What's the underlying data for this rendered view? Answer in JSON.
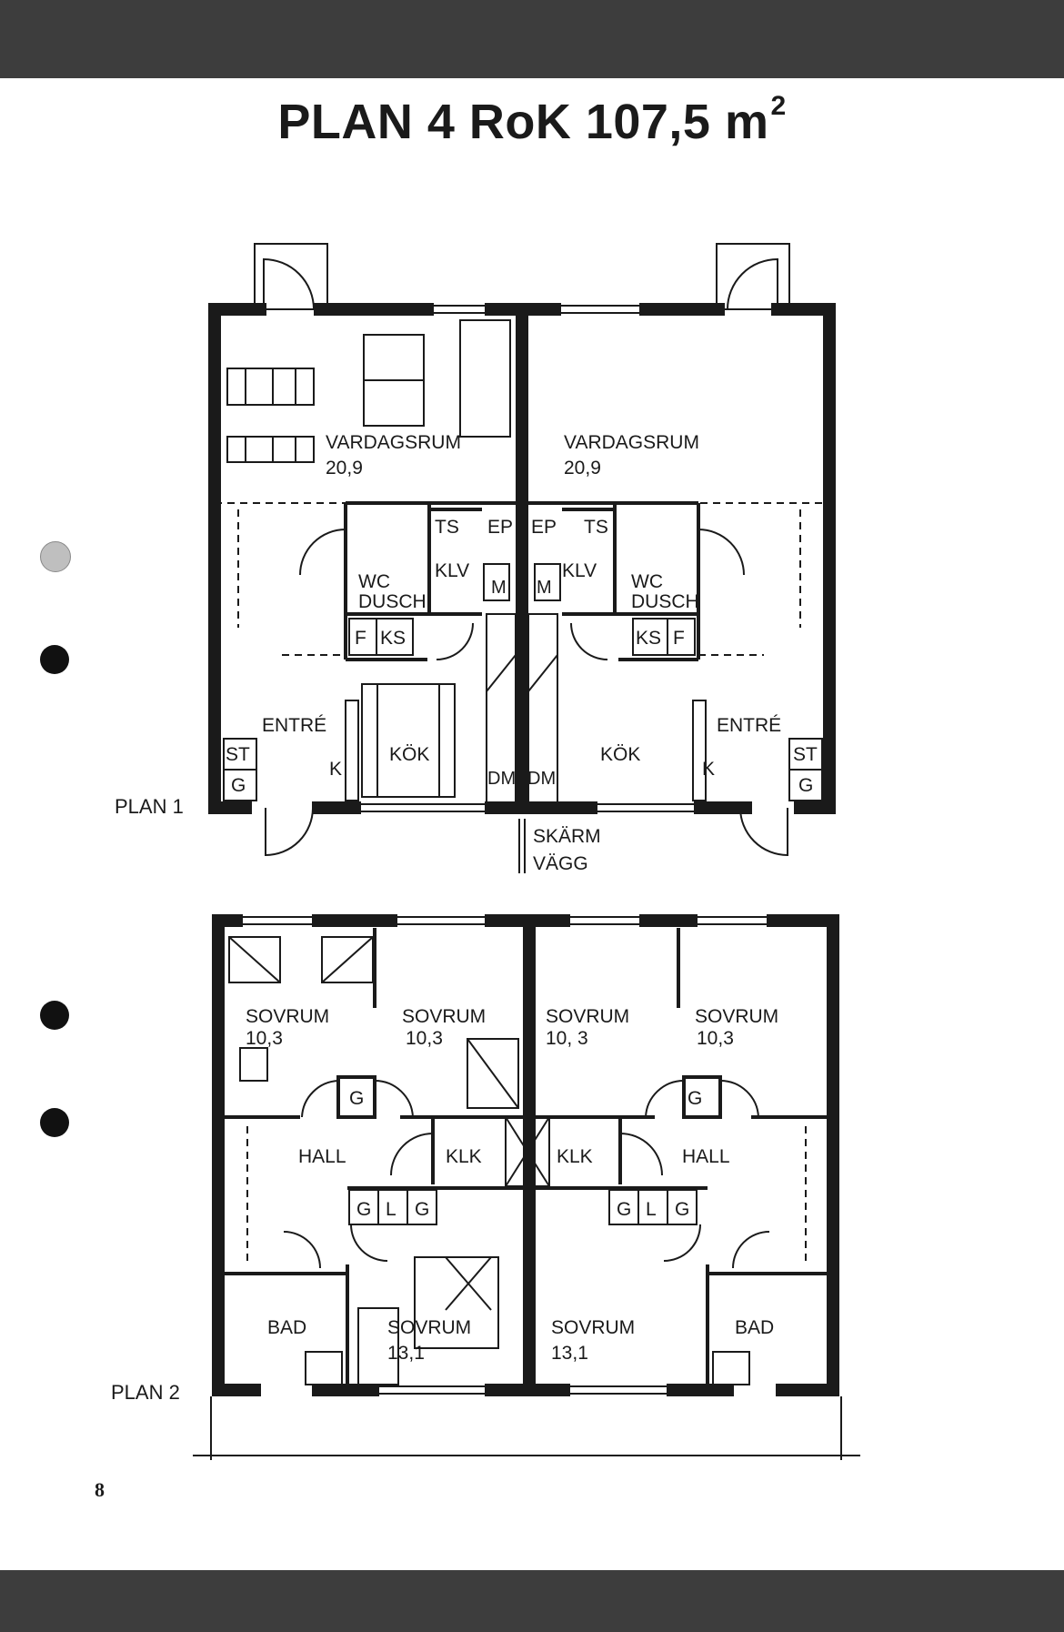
{
  "title": {
    "main": "PLAN 4 RoK 107,5 m",
    "sup": "2"
  },
  "plan1": {
    "label": "PLAN 1",
    "rooms": {
      "living_left": "VARDAGSRUM",
      "living_left_area": "20,9",
      "living_right": "VARDAGSRUM",
      "living_right_area": "20,9",
      "wc_left": "WC",
      "dusch_left": "DUSCH",
      "wc_right": "WC",
      "dusch_right": "DUSCH",
      "klv_left": "KLV",
      "klv_right": "KLV",
      "ts_left": "TS",
      "ts_right": "TS",
      "ep_left": "EP",
      "ep_right": "EP",
      "m_left": "M",
      "m_right": "M",
      "f_left": "F",
      "ks_left": "KS",
      "ks_right": "KS",
      "f_right": "F",
      "entre_left": "ENTRÉ",
      "entre_right": "ENTRÉ",
      "kok_left": "KÖK",
      "kok_right": "KÖK",
      "st_left": "ST",
      "g_left": "G",
      "st_right": "ST",
      "g_right": "G",
      "k_left": "K",
      "k_right": "K",
      "dm_left": "DM",
      "dm_right": "DM",
      "skarm": "SKÄRM",
      "vagg": "VÄGG"
    }
  },
  "plan2": {
    "label": "PLAN 2",
    "rooms": {
      "sov1": "SOVRUM",
      "sov1_area": "10,3",
      "sov2": "SOVRUM",
      "sov2_area": "10,3",
      "sov3": "SOVRUM",
      "sov3_area": "10, 3",
      "sov4": "SOVRUM",
      "sov4_area": "10,3",
      "hall_left": "HALL",
      "hall_right": "HALL",
      "klk_left": "KLK",
      "klk_right": "KLK",
      "g_left_closet": "G",
      "g_right_closet": "G",
      "glg_left": [
        "G",
        "L",
        "G"
      ],
      "glg_right": [
        "G",
        "L",
        "G"
      ],
      "bad_left": "BAD",
      "bad_right": "BAD",
      "sov5": "SOVRUM",
      "sov5_area": "13,1",
      "sov6": "SOVRUM",
      "sov6_area": "13,1"
    }
  },
  "page_number": "8",
  "colors": {
    "bars": "#3d3d3d",
    "ink": "#1a1a1a",
    "paper": "#ffffff"
  }
}
